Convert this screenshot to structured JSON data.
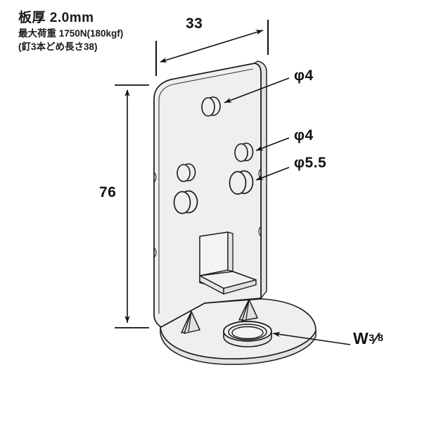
{
  "drawing": {
    "title": "metal-bracket-technical-drawing",
    "background_color": "#ffffff",
    "body_fill": "#efefef",
    "edge_fill": "#e2e2e2",
    "line_color": "#1a1a1a"
  },
  "notes": {
    "thickness": "板厚 2.0mm",
    "max_load": "最大荷重 1750N(180kgf)",
    "nail_note": "(釘3本どめ長さ38)"
  },
  "dimensions": {
    "width": "33",
    "height": "76"
  },
  "callouts": {
    "hole_top": "φ4",
    "hole_mid": "φ4",
    "hole_large": "φ5.5",
    "thread": {
      "prefix": "W",
      "numerator": "3",
      "slash": "⁄",
      "denominator": "8"
    }
  }
}
